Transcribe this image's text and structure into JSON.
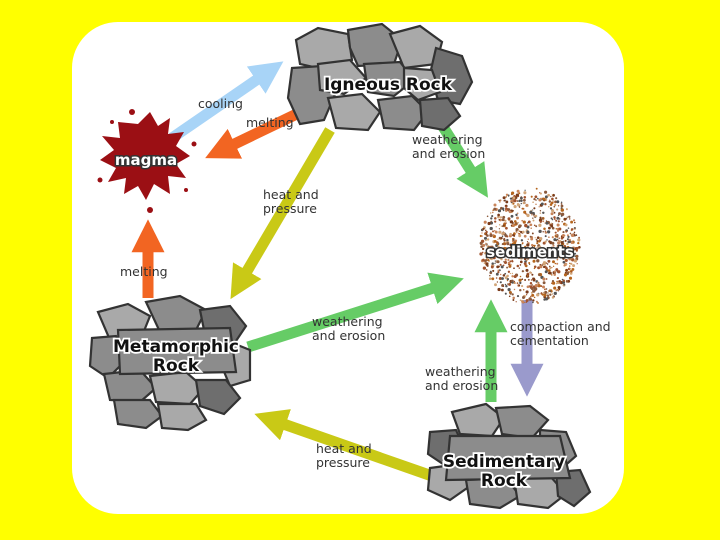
{
  "nodes": {
    "igneous": "Igneous Rock",
    "magma": "magma",
    "sediments": "sediments",
    "metamorphic_line1": "Metamorphic",
    "metamorphic_line2": "Rock",
    "sedimentary_line1": "Sedimentary",
    "sedimentary_line2": "Rock"
  },
  "labels": {
    "cooling": "cooling",
    "melting_top": "melting",
    "weathering_top_1": "weathering",
    "weathering_top_2": "and erosion",
    "heat_pressure_top_1": "heat and",
    "heat_pressure_top_2": "pressure",
    "melting_left": "melting",
    "weathering_mid_1": "weathering",
    "weathering_mid_2": "and erosion",
    "compaction_1": "compaction and",
    "compaction_2": "cementation",
    "weathering_bottom_1": "weathering",
    "weathering_bottom_2": "and erosion",
    "heat_pressure_bottom_1": "heat and",
    "heat_pressure_bottom_2": "pressure"
  },
  "colors": {
    "background": "#ffff00",
    "cooling_arrow": "#a8d4f7",
    "melting_arrow": "#f26522",
    "weathering_arrow": "#66cc66",
    "heat_pressure_arrow": "#c9c916",
    "compaction_arrow": "#9a9acc",
    "magma": "#9b0f14",
    "sediments": "#a0522d",
    "rock": "#8c8c8c"
  }
}
